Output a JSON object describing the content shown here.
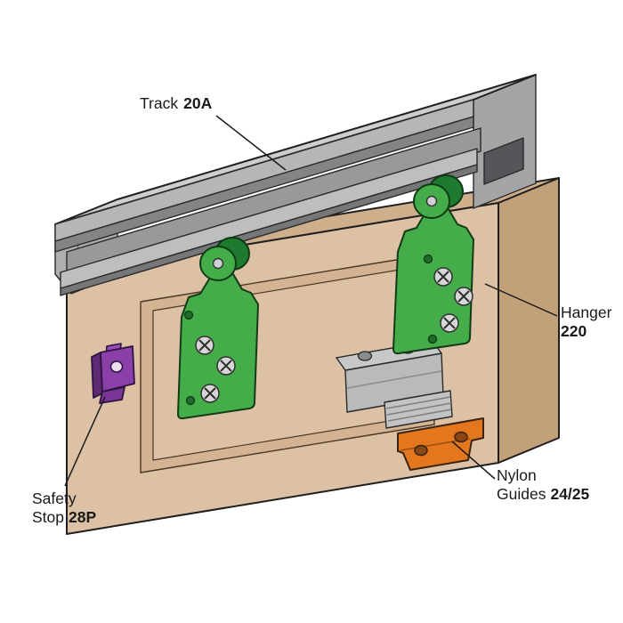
{
  "labels": {
    "track": {
      "name": "Track",
      "number": "20A"
    },
    "hanger": {
      "name": "Hanger",
      "number": "220"
    },
    "nylon_guides": {
      "line1": "Nylon",
      "line2": "Guides",
      "number": "24/25"
    },
    "safety_stop": {
      "line1": "Safety",
      "line2": "Stop",
      "number": "28P"
    }
  },
  "colors": {
    "track_gray": "#cdced0",
    "door_tan": "#dcc1a4",
    "hanger_green": "#44ad49",
    "guide_orange": "#e4761e",
    "stop_purple": "#8b3fa8"
  }
}
